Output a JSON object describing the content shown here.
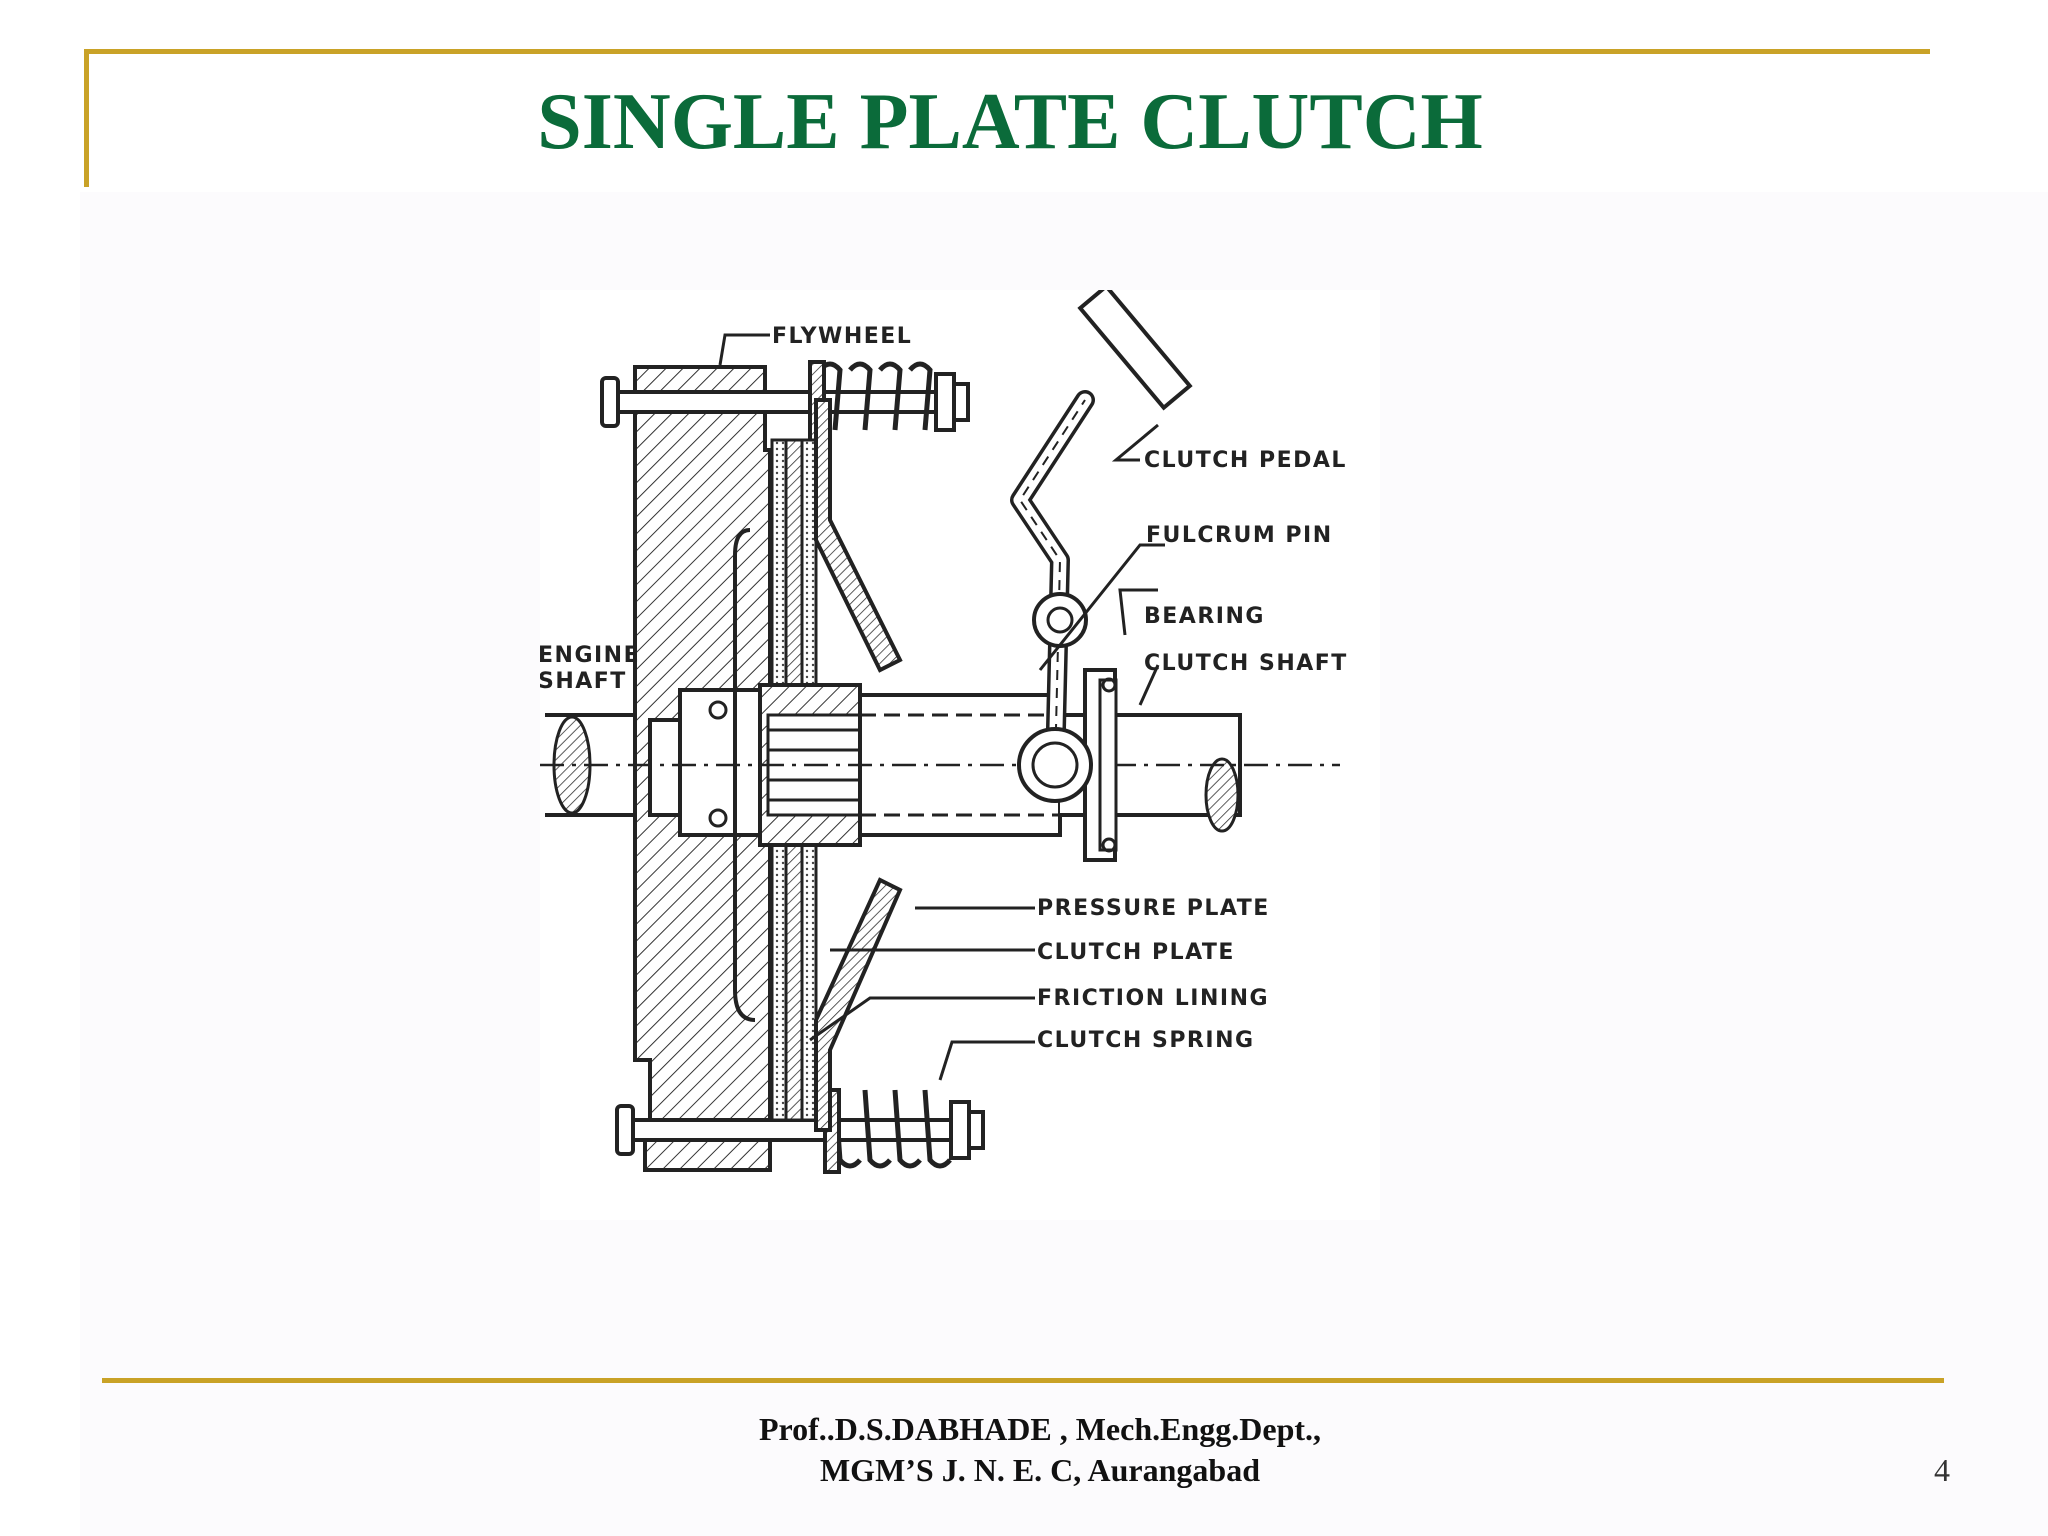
{
  "slide": {
    "title": "SINGLE PLATE CLUTCH",
    "page_number": "4",
    "footer": {
      "line1": "Prof..D.S.DABHADE , Mech.Engg.Dept.,",
      "line2": "MGM’S   J. N. E. C, Aurangabad"
    },
    "colors": {
      "title": "#0b6b3a",
      "frame": "#c9a227",
      "text": "#111111"
    }
  },
  "diagram": {
    "labels": {
      "flywheel": "FLYWHEEL",
      "clutch_pedal": "CLUTCH PEDAL",
      "fulcrum_pin": "FULCRUM PIN",
      "bearing": "BEARING",
      "clutch_shaft": "CLUTCH SHAFT",
      "engine_shaft_1": "ENGINE",
      "engine_shaft_2": "SHAFT",
      "pressure_plate": "PRESSURE PLATE",
      "clutch_plate": "CLUTCH PLATE",
      "friction_lining": "FRICTION LINING",
      "clutch_spring": "CLUTCH SPRING"
    }
  }
}
